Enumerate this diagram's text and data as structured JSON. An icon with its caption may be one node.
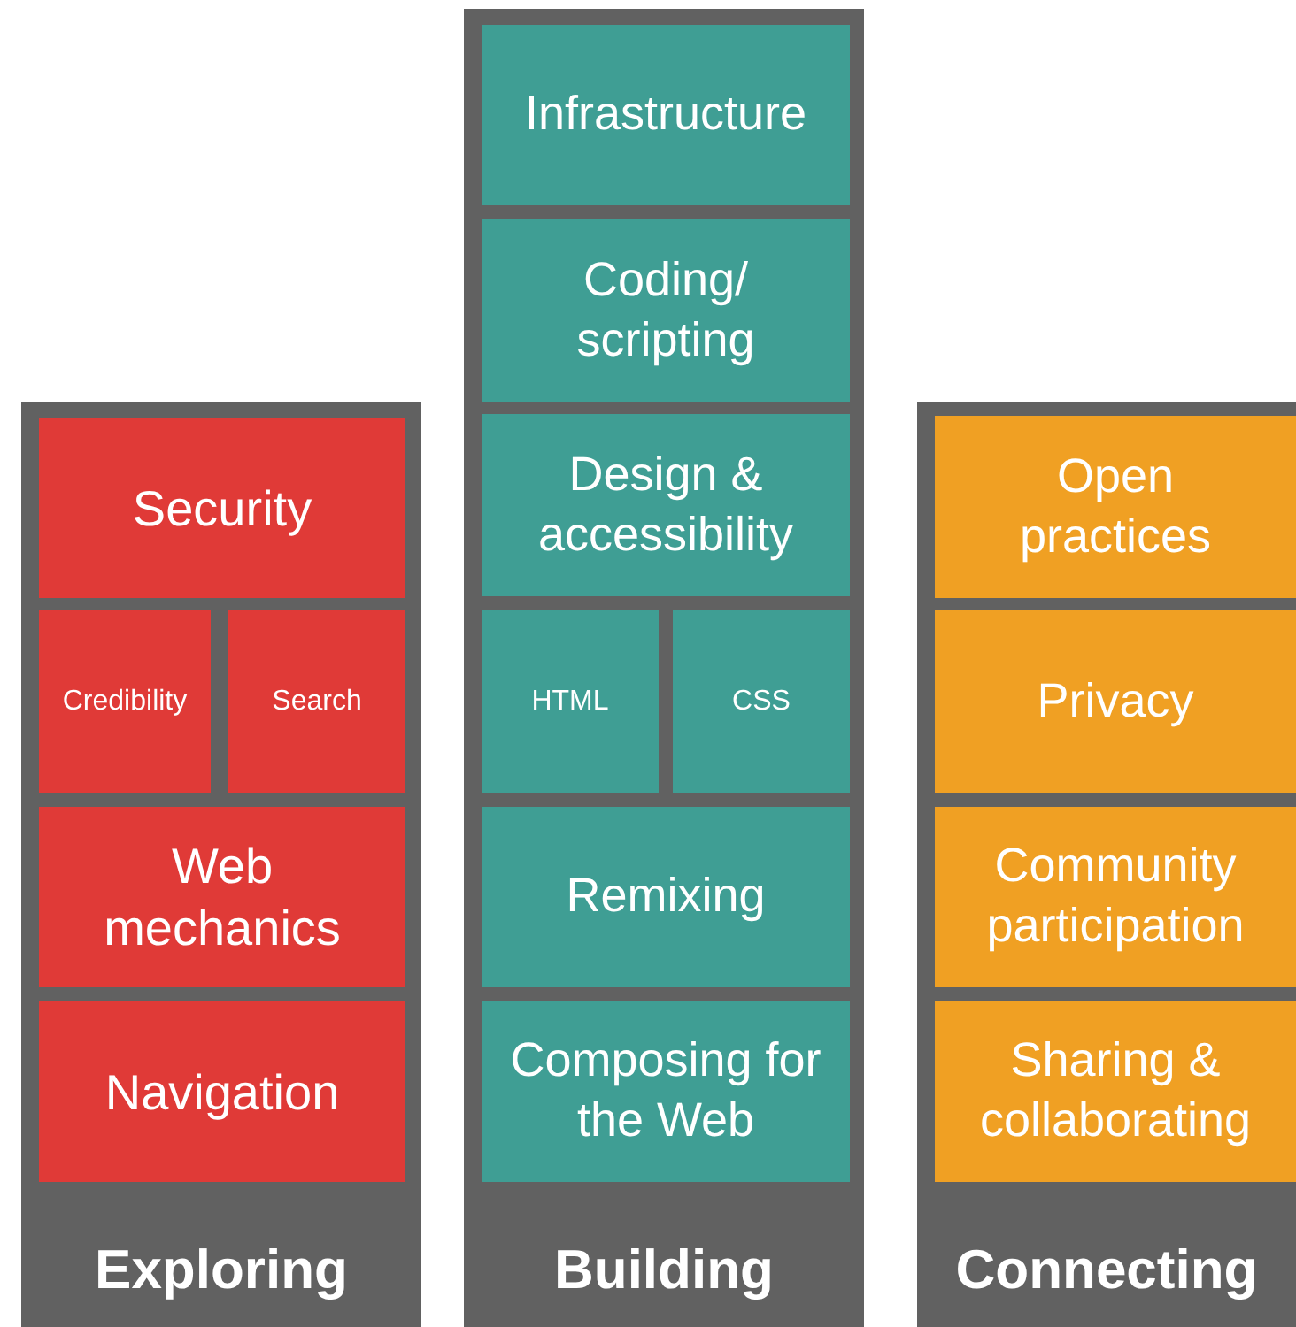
{
  "diagram": {
    "nodes": [
      {
        "text": [
          "Exploring"
        ]
      },
      {
        "text": [
          "Security"
        ],
        "in": 0
      },
      {
        "text": [
          "Credibility"
        ],
        "in": 0
      },
      {
        "text": [
          "Search"
        ],
        "in": 0
      },
      {
        "text": [
          "Web mechanics"
        ],
        "in": 0
      },
      {
        "text": [
          "Navigation"
        ],
        "in": 0
      },
      {
        "text": [
          "Building"
        ]
      },
      {
        "text": [
          "Infrastructure"
        ],
        "in": 6
      },
      {
        "text": [
          "Coding/ scripting"
        ],
        "in": 6
      },
      {
        "text": [
          "Design & accessibility"
        ],
        "in": 6
      },
      {
        "text": [
          "HTML"
        ],
        "in": 6
      },
      {
        "text": [
          "CSS"
        ],
        "in": 6
      },
      {
        "text": [
          "Remixing"
        ],
        "in": 6
      },
      {
        "text": [
          "Composing for the Web"
        ],
        "in": 6
      },
      {
        "text": [
          "Connecting"
        ]
      },
      {
        "text": [
          "Open practices"
        ],
        "in": 14
      },
      {
        "text": [
          "Privacy"
        ],
        "in": 14
      },
      {
        "text": [
          "Community participation"
        ],
        "in": 14
      },
      {
        "text": [
          "Sharing & collaborating"
        ],
        "in": 14
      }
    ],
    "edges": []
  }
}
